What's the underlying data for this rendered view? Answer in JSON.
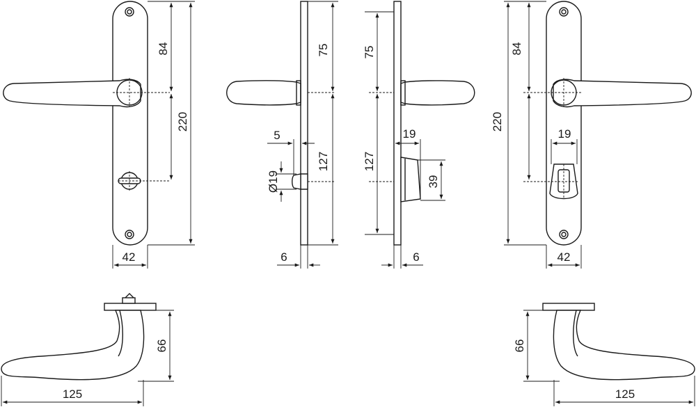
{
  "dimensions": {
    "front_left": {
      "top_to_axis": "84",
      "overall": "220",
      "width": "42"
    },
    "side_left": {
      "top_to_axis": "75",
      "axis_to_bolt": "127",
      "knob_offset": "5",
      "knob_dia": "Ø19",
      "plate_thickness": "6"
    },
    "side_right": {
      "top_to_axis": "75",
      "axis_to_bolt": "127",
      "knob_width": "19",
      "knob_height": "39",
      "plate_thickness": "6"
    },
    "front_right": {
      "top_to_axis": "84",
      "overall": "220",
      "knob_width": "19",
      "width": "42"
    },
    "handle_left": {
      "height": "66",
      "length": "125"
    },
    "handle_right": {
      "height": "66",
      "length": "125"
    }
  }
}
